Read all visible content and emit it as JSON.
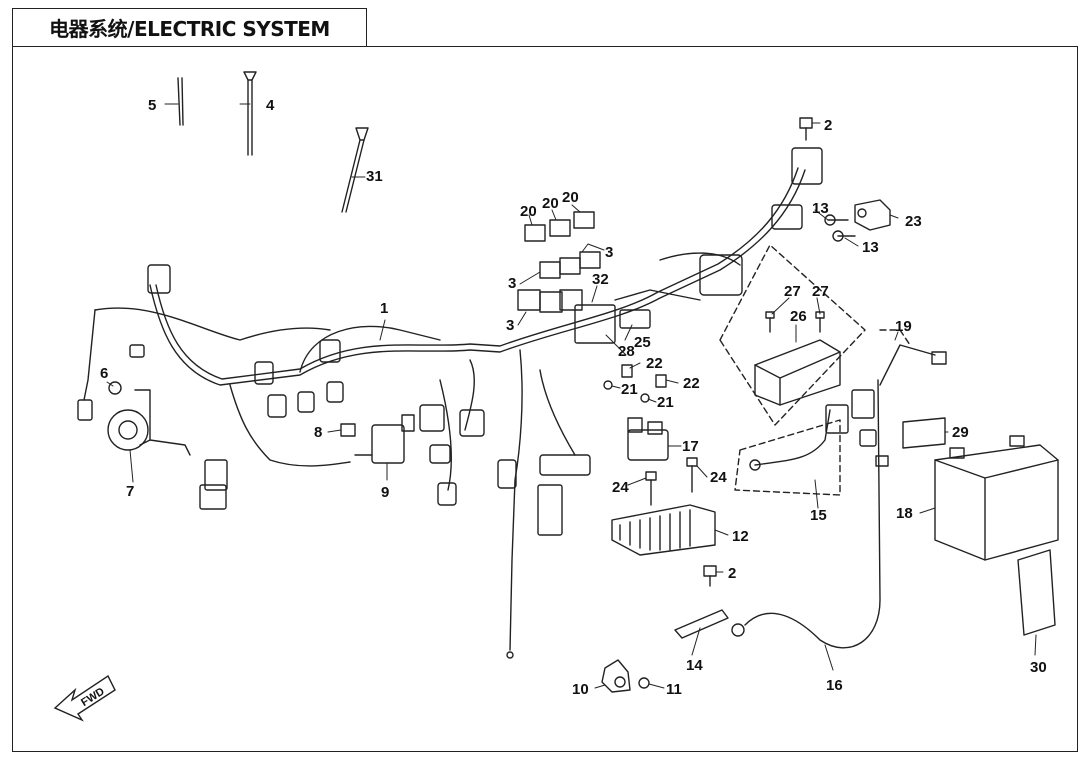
{
  "title": "电器系统/ELECTRIC SYSTEM",
  "fwd_label": "FWD",
  "callouts": {
    "c1": "1",
    "c2a": "2",
    "c2b": "2",
    "c3a": "3",
    "c3b": "3",
    "c3c": "3",
    "c4": "4",
    "c5": "5",
    "c6": "6",
    "c7": "7",
    "c8": "8",
    "c9": "9",
    "c10": "10",
    "c11": "11",
    "c12": "12",
    "c13a": "13",
    "c13b": "13",
    "c14": "14",
    "c15": "15",
    "c16": "16",
    "c17": "17",
    "c18": "18",
    "c19": "19",
    "c20a": "20",
    "c20b": "20",
    "c20c": "20",
    "c21a": "21",
    "c21b": "21",
    "c22a": "22",
    "c22b": "22",
    "c23": "23",
    "c24a": "24",
    "c24b": "24",
    "c25": "25",
    "c26": "26",
    "c27a": "27",
    "c27b": "27",
    "c28": "28",
    "c29": "29",
    "c30": "30",
    "c31": "31",
    "c32": "32"
  }
}
